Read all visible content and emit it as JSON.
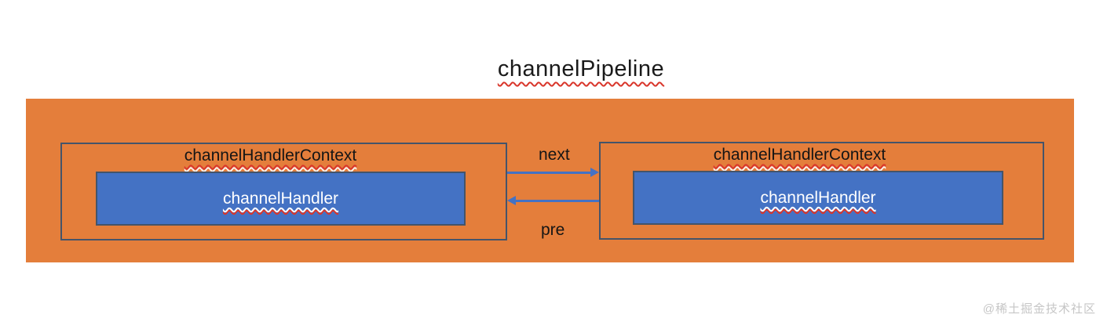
{
  "title": "channelPipeline",
  "pipeline": {
    "contexts": [
      {
        "label": "channelHandlerContext",
        "handler": "channelHandler"
      },
      {
        "label": "channelHandlerContext",
        "handler": "channelHandler"
      }
    ],
    "arrows": [
      {
        "label": "next",
        "direction": "left-to-right"
      },
      {
        "label": "pre",
        "direction": "right-to-left"
      }
    ]
  },
  "watermark": "@稀土掘金技术社区",
  "colors": {
    "background": "#FFFFFF",
    "pipeline_fill": "#E47E3B",
    "handler_fill": "#4472C4",
    "box_outline": "#44546A",
    "arrow": "#4472C4",
    "squiggle_red": "#D9362B",
    "title_text": "#1A1A1A",
    "handler_text": "#FFFFFF",
    "watermark_text": "#C6C6C6"
  }
}
